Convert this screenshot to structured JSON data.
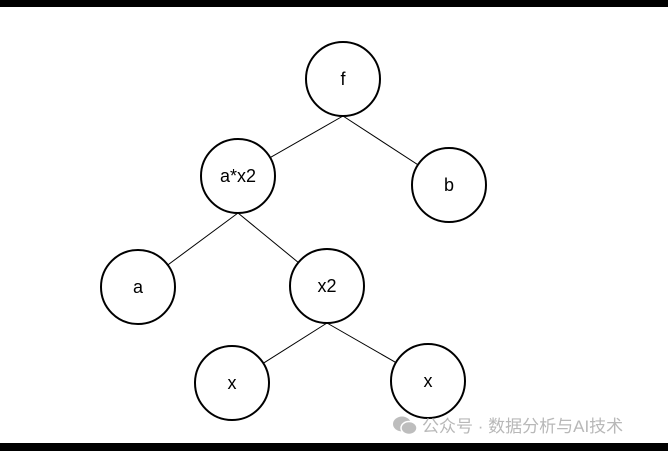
{
  "tree": {
    "nodes": [
      {
        "id": "f",
        "label": "f",
        "parent": null
      },
      {
        "id": "ax2",
        "label": "a*x2",
        "parent": "f"
      },
      {
        "id": "b",
        "label": "b",
        "parent": "f"
      },
      {
        "id": "a",
        "label": "a",
        "parent": "ax2"
      },
      {
        "id": "x2",
        "label": "x2",
        "parent": "ax2"
      },
      {
        "id": "x_left",
        "label": "x",
        "parent": "x2"
      },
      {
        "id": "x_right",
        "label": "x",
        "parent": "x2"
      }
    ]
  },
  "watermark": {
    "text": "公众号 · 数据分析与AI技术",
    "icon": "wechat-icon"
  }
}
